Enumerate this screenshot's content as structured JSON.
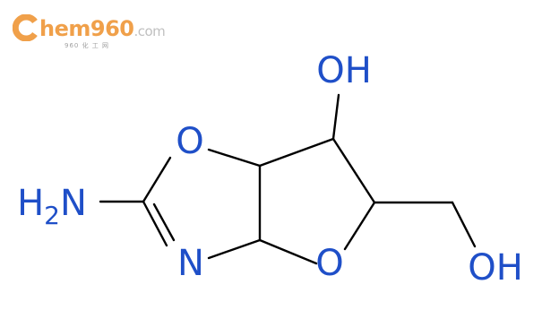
{
  "logo": {
    "brand": "hem960",
    "suffix": ".com",
    "subtitle": "960 化 工 网",
    "color_primary": "#f0a04a"
  },
  "molecule": {
    "atoms": {
      "oh_top": "OH",
      "o_ring1": "O",
      "nh2": "H2N",
      "n_ring": "N",
      "o_ring2": "O",
      "oh_bottom": "OH"
    },
    "colors": {
      "heteroatom": "#1f4fc8",
      "bond": "#000000"
    }
  }
}
